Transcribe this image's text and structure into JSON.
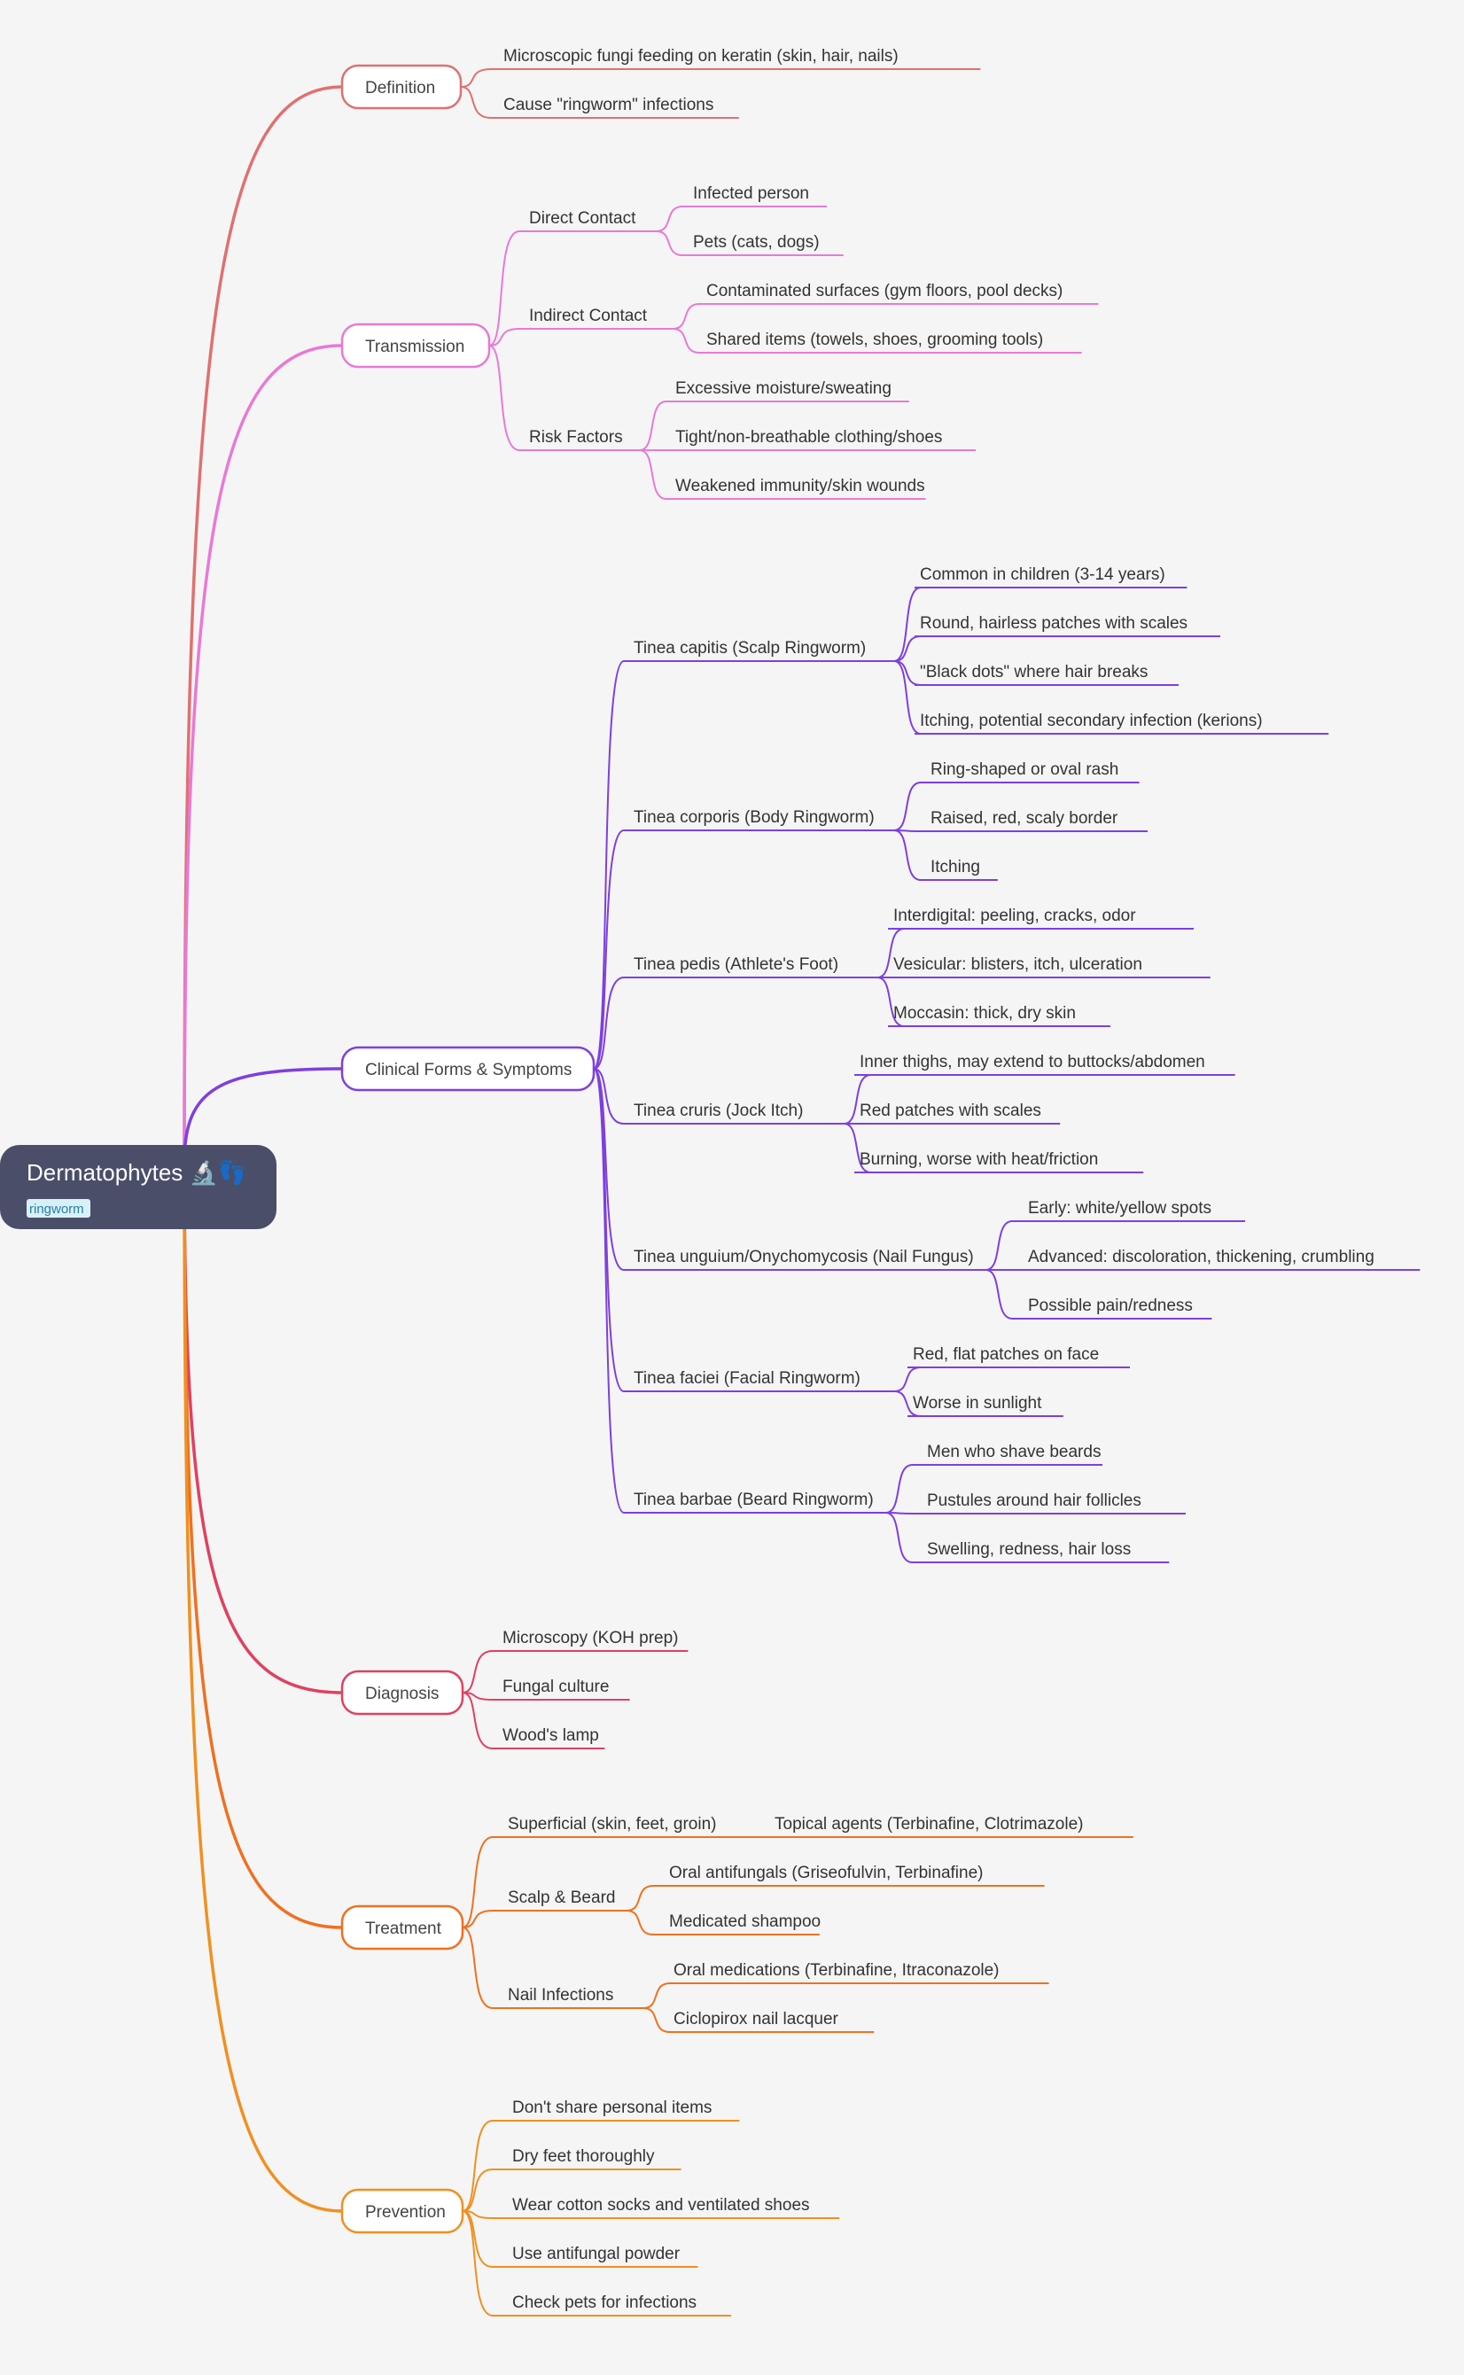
{
  "root": {
    "title": "Dermatophytes 🔬👣",
    "tag": "ringworm"
  },
  "branches": [
    {
      "label": "Definition",
      "color": "#e07070",
      "children": [
        {
          "label": "Microscopic fungi feeding on keratin (skin, hair, nails)"
        },
        {
          "label": "Cause \"ringworm\" infections"
        }
      ]
    },
    {
      "label": "Transmission",
      "color": "#e879d6",
      "children": [
        {
          "label": "Direct Contact",
          "children": [
            {
              "label": "Infected person"
            },
            {
              "label": "Pets (cats, dogs)"
            }
          ]
        },
        {
          "label": "Indirect Contact",
          "children": [
            {
              "label": "Contaminated surfaces (gym floors, pool decks)"
            },
            {
              "label": "Shared items (towels, shoes, grooming tools)"
            }
          ]
        },
        {
          "label": "Risk Factors",
          "children": [
            {
              "label": "Excessive moisture/sweating"
            },
            {
              "label": "Tight/non-breathable clothing/shoes"
            },
            {
              "label": "Weakened immunity/skin wounds"
            }
          ]
        }
      ]
    },
    {
      "label": "Clinical Forms & Symptoms",
      "color": "#7e3fe0",
      "children": [
        {
          "label": "Tinea capitis (Scalp Ringworm)",
          "children": [
            {
              "label": "Common in children (3-14 years)"
            },
            {
              "label": "Round, hairless patches with scales"
            },
            {
              "label": "\"Black dots\" where hair breaks"
            },
            {
              "label": "Itching, potential secondary infection (kerions)"
            }
          ]
        },
        {
          "label": "Tinea corporis (Body Ringworm)",
          "children": [
            {
              "label": "Ring-shaped or oval rash"
            },
            {
              "label": "Raised, red, scaly border"
            },
            {
              "label": "Itching"
            }
          ]
        },
        {
          "label": "Tinea pedis (Athlete's Foot)",
          "children": [
            {
              "label": "Interdigital: peeling, cracks, odor"
            },
            {
              "label": "Vesicular: blisters, itch, ulceration"
            },
            {
              "label": "Moccasin: thick, dry skin"
            }
          ]
        },
        {
          "label": "Tinea cruris (Jock Itch)",
          "children": [
            {
              "label": "Inner thighs, may extend to buttocks/abdomen"
            },
            {
              "label": "Red patches with scales"
            },
            {
              "label": "Burning, worse with heat/friction"
            }
          ]
        },
        {
          "label": "Tinea unguium/Onychomycosis (Nail Fungus)",
          "children": [
            {
              "label": "Early: white/yellow spots"
            },
            {
              "label": "Advanced: discoloration, thickening, crumbling"
            },
            {
              "label": "Possible pain/redness"
            }
          ]
        },
        {
          "label": "Tinea faciei (Facial Ringworm)",
          "children": [
            {
              "label": "Red, flat patches on face"
            },
            {
              "label": "Worse in sunlight"
            }
          ]
        },
        {
          "label": "Tinea barbae (Beard Ringworm)",
          "children": [
            {
              "label": "Men who shave beards"
            },
            {
              "label": "Pustules around hair follicles"
            },
            {
              "label": "Swelling, redness, hair loss"
            }
          ]
        }
      ]
    },
    {
      "label": "Diagnosis",
      "color": "#e04060",
      "children": [
        {
          "label": "Microscopy (KOH prep)"
        },
        {
          "label": "Fungal culture"
        },
        {
          "label": "Wood's lamp"
        }
      ]
    },
    {
      "label": "Treatment",
      "color": "#f07020",
      "children": [
        {
          "label": "Superficial (skin, feet, groin)",
          "children": [
            {
              "label": "Topical agents (Terbinafine, Clotrimazole)"
            }
          ]
        },
        {
          "label": "Scalp & Beard",
          "children": [
            {
              "label": "Oral antifungals (Griseofulvin, Terbinafine)"
            },
            {
              "label": "Medicated shampoo"
            }
          ]
        },
        {
          "label": "Nail Infections",
          "children": [
            {
              "label": "Oral medications (Terbinafine, Itraconazole)"
            },
            {
              "label": "Ciclopirox nail lacquer"
            }
          ]
        }
      ]
    },
    {
      "label": "Prevention",
      "color": "#f09020",
      "children": [
        {
          "label": "Don't share personal items"
        },
        {
          "label": "Dry feet thoroughly"
        },
        {
          "label": "Wear cotton socks and ventilated shoes"
        },
        {
          "label": "Use antifungal powder"
        },
        {
          "label": "Check pets for infections"
        }
      ]
    }
  ]
}
